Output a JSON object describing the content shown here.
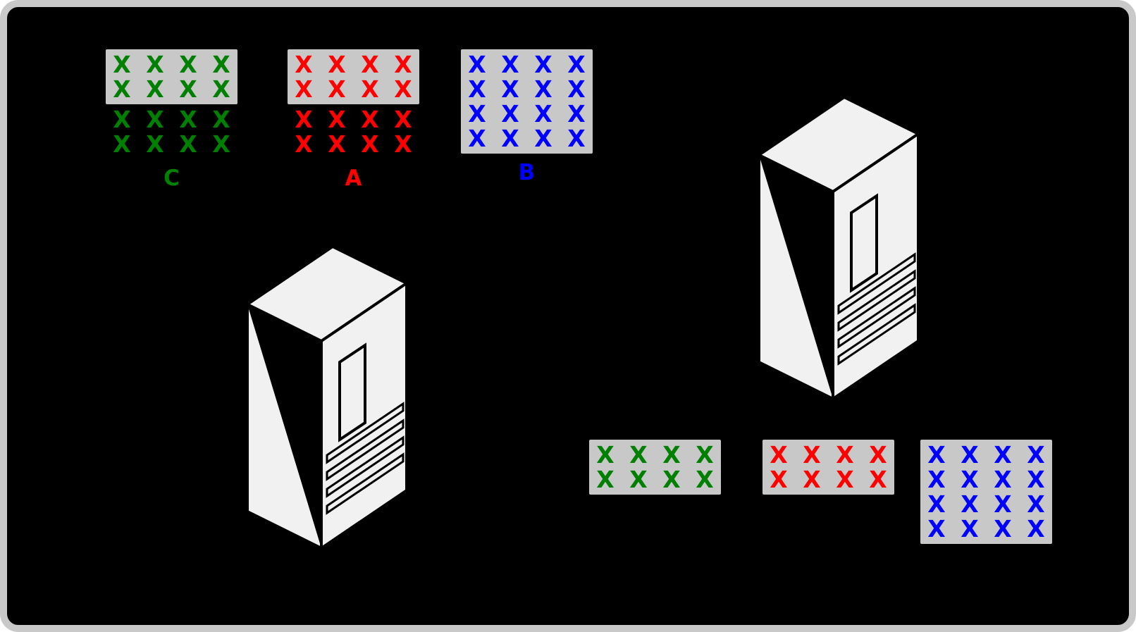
{
  "figure": {
    "background": "#000000",
    "border_color": "#c9c9c9",
    "highlight_box_color": "#c8c8c8",
    "server_fill": "#f1f1f1",
    "glyph": "X"
  },
  "datasets": [
    {
      "label": "C",
      "color": "#008000",
      "rows": 4,
      "cols": 4,
      "highlighted_rows": 2
    },
    {
      "label": "A",
      "color": "#ff0000",
      "rows": 4,
      "cols": 4,
      "highlighted_rows": 2
    },
    {
      "label": "B",
      "color": "#0000ff",
      "rows": 4,
      "cols": 4,
      "highlighted_rows": 4
    }
  ],
  "replicas": [
    {
      "dataset": "C",
      "color": "#008000",
      "rows": 2,
      "cols": 4
    },
    {
      "dataset": "A",
      "color": "#ff0000",
      "rows": 2,
      "cols": 4
    },
    {
      "dataset": "B",
      "color": "#0000ff",
      "rows": 4,
      "cols": 4
    }
  ],
  "servers": [
    {
      "name": "left-server"
    },
    {
      "name": "right-server"
    }
  ]
}
